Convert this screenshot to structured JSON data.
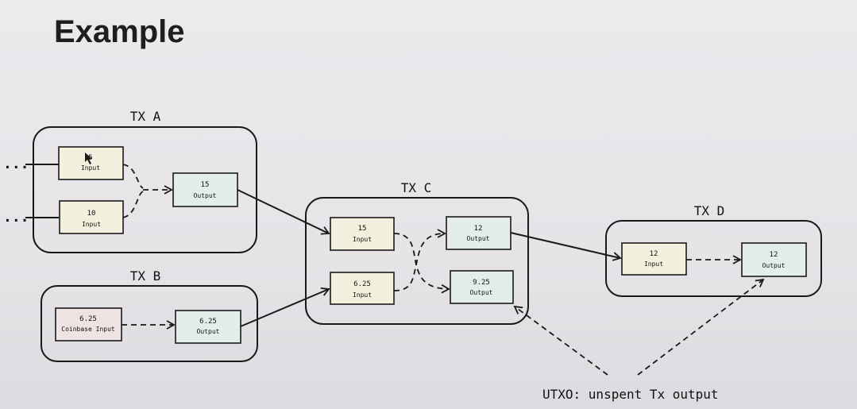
{
  "slide": {
    "title": "Example"
  },
  "tx_a": {
    "label": "TX A",
    "in1": {
      "value": "5",
      "type": "Input"
    },
    "in2": {
      "value": "10",
      "type": "Input"
    },
    "out": {
      "value": "15",
      "type": "Output"
    },
    "ellipsis": "..."
  },
  "tx_b": {
    "label": "TX B",
    "in": {
      "value": "6.25",
      "type": "Coinbase Input"
    },
    "out": {
      "value": "6.25",
      "type": "Output"
    }
  },
  "tx_c": {
    "label": "TX C",
    "in1": {
      "value": "15",
      "type": "Input"
    },
    "in2": {
      "value": "6.25",
      "type": "Input"
    },
    "out1": {
      "value": "12",
      "type": "Output"
    },
    "out2": {
      "value": "9.25",
      "type": "Output"
    }
  },
  "tx_d": {
    "label": "TX D",
    "in": {
      "value": "12",
      "type": "Input"
    },
    "out": {
      "value": "12",
      "type": "Output"
    }
  },
  "annotation": "UTXO: unspent Tx output",
  "colors": {
    "input_fill": "#f3f1de",
    "output_fill": "#e4eee9",
    "coinbase_fill": "#efe3e3",
    "ink": "#1a1a1a"
  }
}
